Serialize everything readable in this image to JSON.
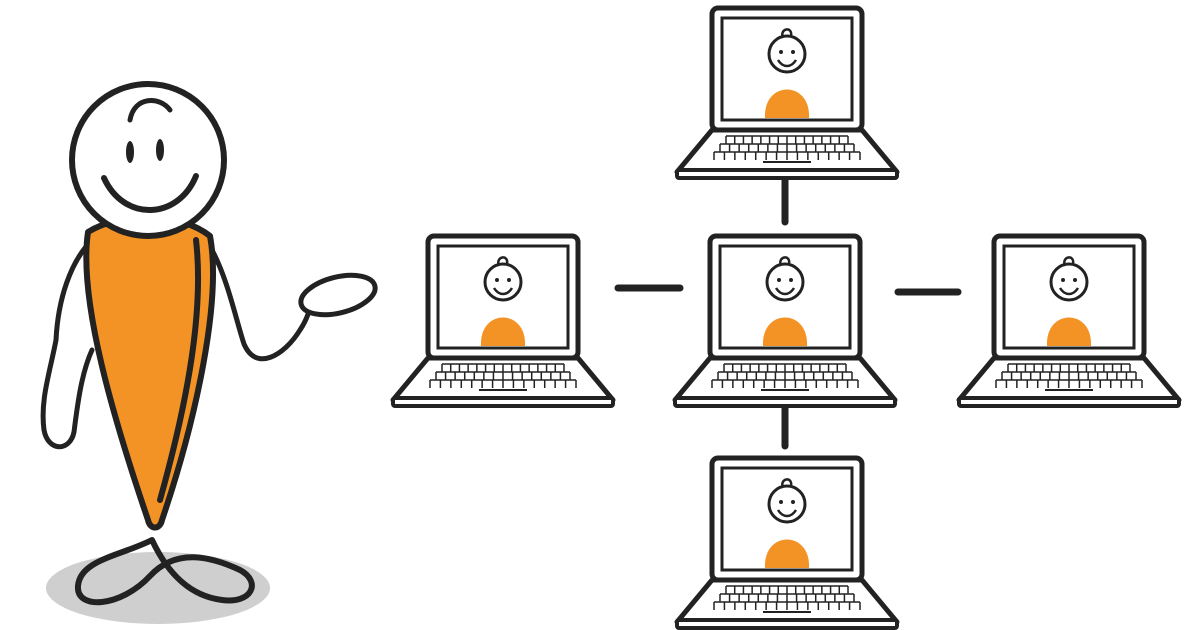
{
  "scene": {
    "presenter": {
      "figure": "stick-figure-presenter",
      "gesture": "open-hand-presenting"
    },
    "network": {
      "layout": "cross",
      "nodes": [
        {
          "id": "top",
          "device": "laptop-icon",
          "person": "person-avatar-icon"
        },
        {
          "id": "left",
          "device": "laptop-icon",
          "person": "person-avatar-icon"
        },
        {
          "id": "center",
          "device": "laptop-icon",
          "person": "person-avatar-icon"
        },
        {
          "id": "right",
          "device": "laptop-icon",
          "person": "person-avatar-icon"
        },
        {
          "id": "bottom",
          "device": "laptop-icon",
          "person": "person-avatar-icon"
        }
      ],
      "links": [
        [
          "center",
          "top"
        ],
        [
          "center",
          "left"
        ],
        [
          "center",
          "right"
        ],
        [
          "center",
          "bottom"
        ]
      ]
    }
  },
  "colors": {
    "ink": "#222222",
    "accent": "#f39325",
    "shadow": "#cfcfcf",
    "screen": "#ffffff",
    "background": "#ffffff"
  }
}
